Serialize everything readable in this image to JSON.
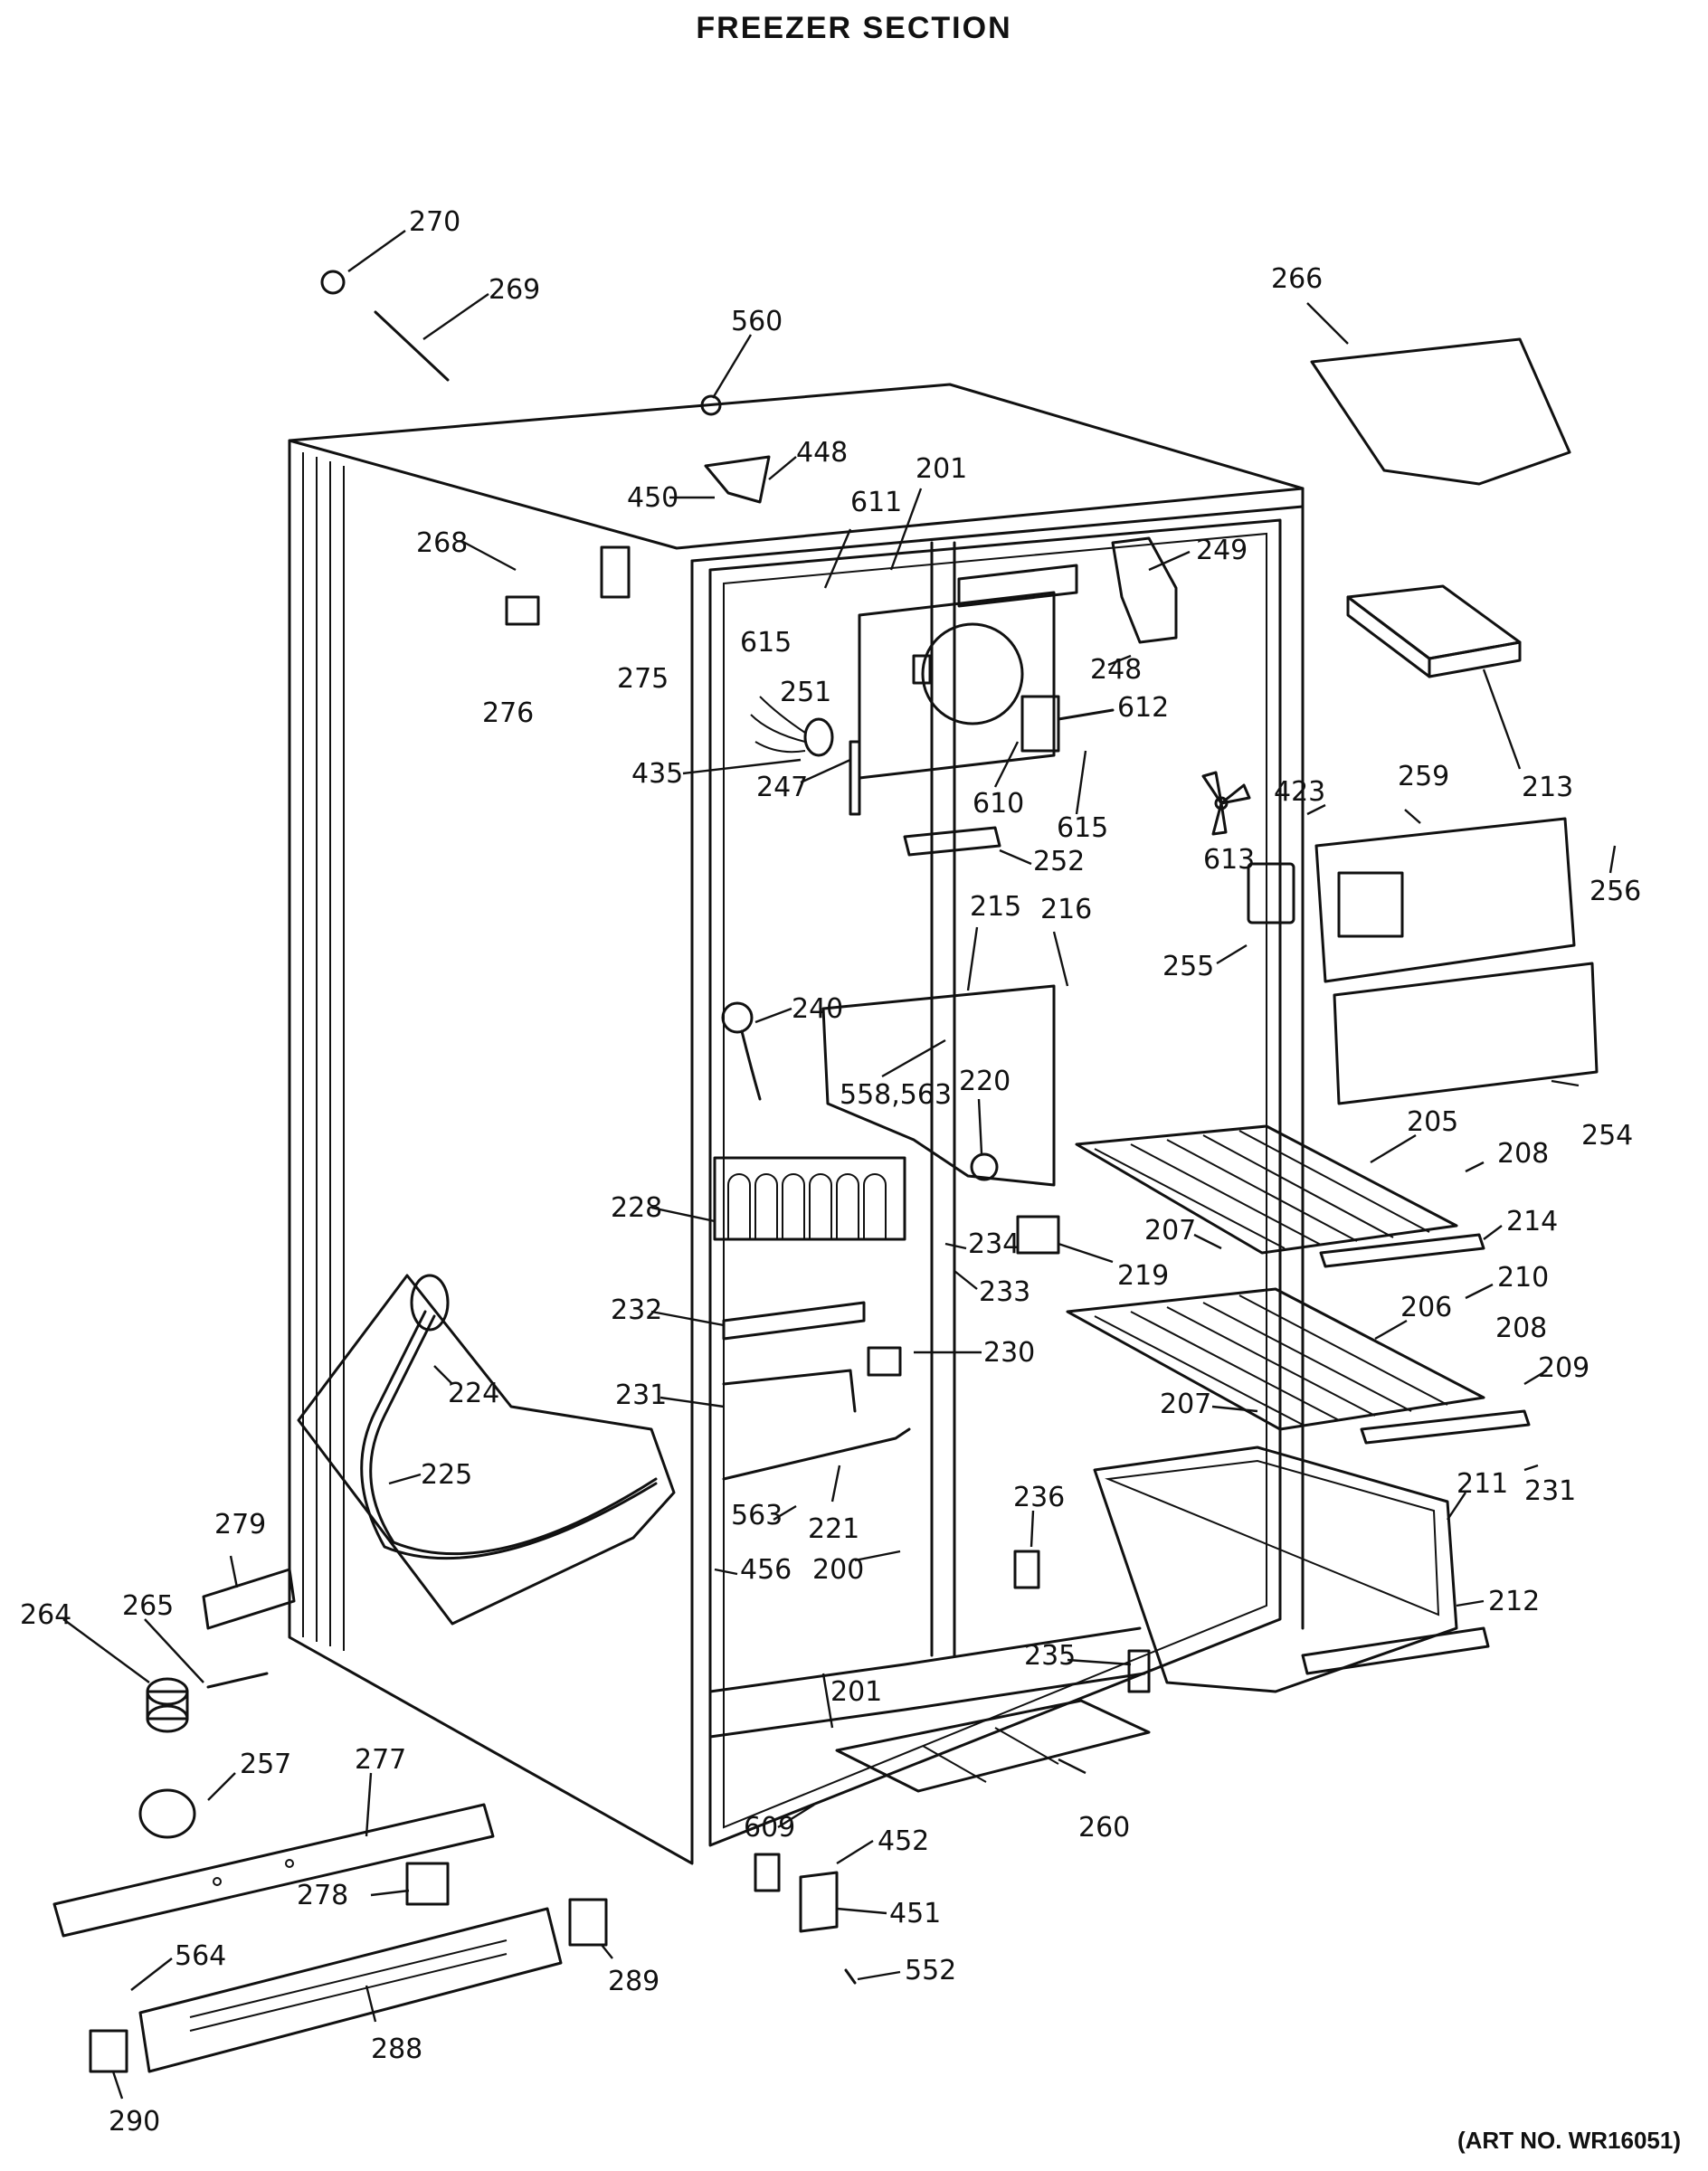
{
  "title": "FREEZER SECTION",
  "art_number": "(ART NO. WR16051)",
  "parts": [
    {
      "id": "p270",
      "label": "270"
    },
    {
      "id": "p269",
      "label": "269"
    },
    {
      "id": "p560",
      "label": "560"
    },
    {
      "id": "p266",
      "label": "266"
    },
    {
      "id": "p448",
      "label": "448"
    },
    {
      "id": "p450",
      "label": "450"
    },
    {
      "id": "p201a",
      "label": "201"
    },
    {
      "id": "p611",
      "label": "611"
    },
    {
      "id": "p249",
      "label": "249"
    },
    {
      "id": "p268",
      "label": "268"
    },
    {
      "id": "p615a",
      "label": "615"
    },
    {
      "id": "p251",
      "label": "251"
    },
    {
      "id": "p248",
      "label": "248"
    },
    {
      "id": "p275",
      "label": "275"
    },
    {
      "id": "p276",
      "label": "276"
    },
    {
      "id": "p612",
      "label": "612"
    },
    {
      "id": "p213",
      "label": "213"
    },
    {
      "id": "p435",
      "label": "435"
    },
    {
      "id": "p247",
      "label": "247"
    },
    {
      "id": "p610",
      "label": "610"
    },
    {
      "id": "p615b",
      "label": "615"
    },
    {
      "id": "p423",
      "label": "423"
    },
    {
      "id": "p259",
      "label": "259"
    },
    {
      "id": "p256",
      "label": "256"
    },
    {
      "id": "p613",
      "label": "613"
    },
    {
      "id": "p252",
      "label": "252"
    },
    {
      "id": "p215",
      "label": "215"
    },
    {
      "id": "p216",
      "label": "216"
    },
    {
      "id": "p255",
      "label": "255"
    },
    {
      "id": "p240",
      "label": "240"
    },
    {
      "id": "p558",
      "label": "558,563"
    },
    {
      "id": "p220",
      "label": "220"
    },
    {
      "id": "p254",
      "label": "254"
    },
    {
      "id": "p205",
      "label": "205"
    },
    {
      "id": "p208a",
      "label": "208"
    },
    {
      "id": "p228",
      "label": "228"
    },
    {
      "id": "p234",
      "label": "234"
    },
    {
      "id": "p219",
      "label": "219"
    },
    {
      "id": "p207a",
      "label": "207"
    },
    {
      "id": "p214",
      "label": "214"
    },
    {
      "id": "p233",
      "label": "233"
    },
    {
      "id": "p210",
      "label": "210"
    },
    {
      "id": "p232",
      "label": "232"
    },
    {
      "id": "p206",
      "label": "206"
    },
    {
      "id": "p208b",
      "label": "208"
    },
    {
      "id": "p230",
      "label": "230"
    },
    {
      "id": "p224",
      "label": "224"
    },
    {
      "id": "p209",
      "label": "209"
    },
    {
      "id": "p231a",
      "label": "231"
    },
    {
      "id": "p207b",
      "label": "207"
    },
    {
      "id": "p225",
      "label": "225"
    },
    {
      "id": "p563",
      "label": "563"
    },
    {
      "id": "p221",
      "label": "221"
    },
    {
      "id": "p236",
      "label": "236"
    },
    {
      "id": "p211",
      "label": "211"
    },
    {
      "id": "p231b",
      "label": "231"
    },
    {
      "id": "p279",
      "label": "279"
    },
    {
      "id": "p456",
      "label": "456"
    },
    {
      "id": "p200",
      "label": "200"
    },
    {
      "id": "p212",
      "label": "212"
    },
    {
      "id": "p264",
      "label": "264"
    },
    {
      "id": "p265",
      "label": "265"
    },
    {
      "id": "p235",
      "label": "235"
    },
    {
      "id": "p201b",
      "label": "201"
    },
    {
      "id": "p257",
      "label": "257"
    },
    {
      "id": "p277",
      "label": "277"
    },
    {
      "id": "p260",
      "label": "260"
    },
    {
      "id": "p609",
      "label": "609"
    },
    {
      "id": "p452",
      "label": "452"
    },
    {
      "id": "p278",
      "label": "278"
    },
    {
      "id": "p451",
      "label": "451"
    },
    {
      "id": "p564",
      "label": "564"
    },
    {
      "id": "p289",
      "label": "289"
    },
    {
      "id": "p552",
      "label": "552"
    },
    {
      "id": "p288",
      "label": "288"
    },
    {
      "id": "p290",
      "label": "290"
    }
  ]
}
